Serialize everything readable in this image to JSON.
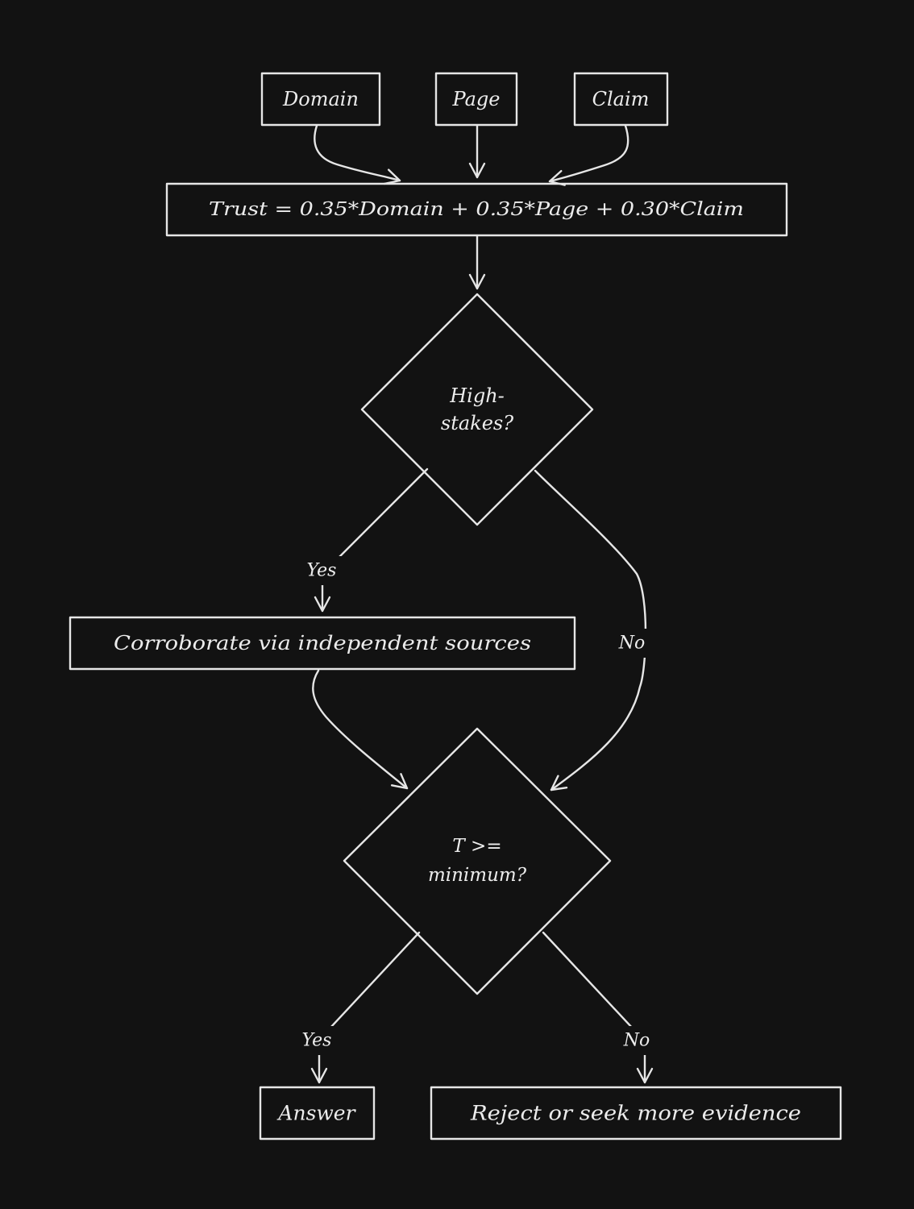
{
  "theme": {
    "background": "#121212",
    "stroke": "#e6e6e6",
    "text": "#ececec"
  },
  "nodes": {
    "domain": {
      "label": "Domain"
    },
    "page": {
      "label": "Page"
    },
    "claim": {
      "label": "Claim"
    },
    "trust": {
      "label": "Trust = 0.35*Domain + 0.35*Page + 0.30*Claim"
    },
    "high_stakes": {
      "line1": "High-",
      "line2": "stakes?"
    },
    "corroborate": {
      "label": "Corroborate via independent sources"
    },
    "threshold": {
      "line1": "T >=",
      "line2": "minimum?"
    },
    "answer": {
      "label": "Answer"
    },
    "reject": {
      "label": "Reject or seek more evidence"
    }
  },
  "edges": {
    "high_stakes_yes": "Yes",
    "high_stakes_no": "No",
    "threshold_yes": "Yes",
    "threshold_no": "No"
  }
}
